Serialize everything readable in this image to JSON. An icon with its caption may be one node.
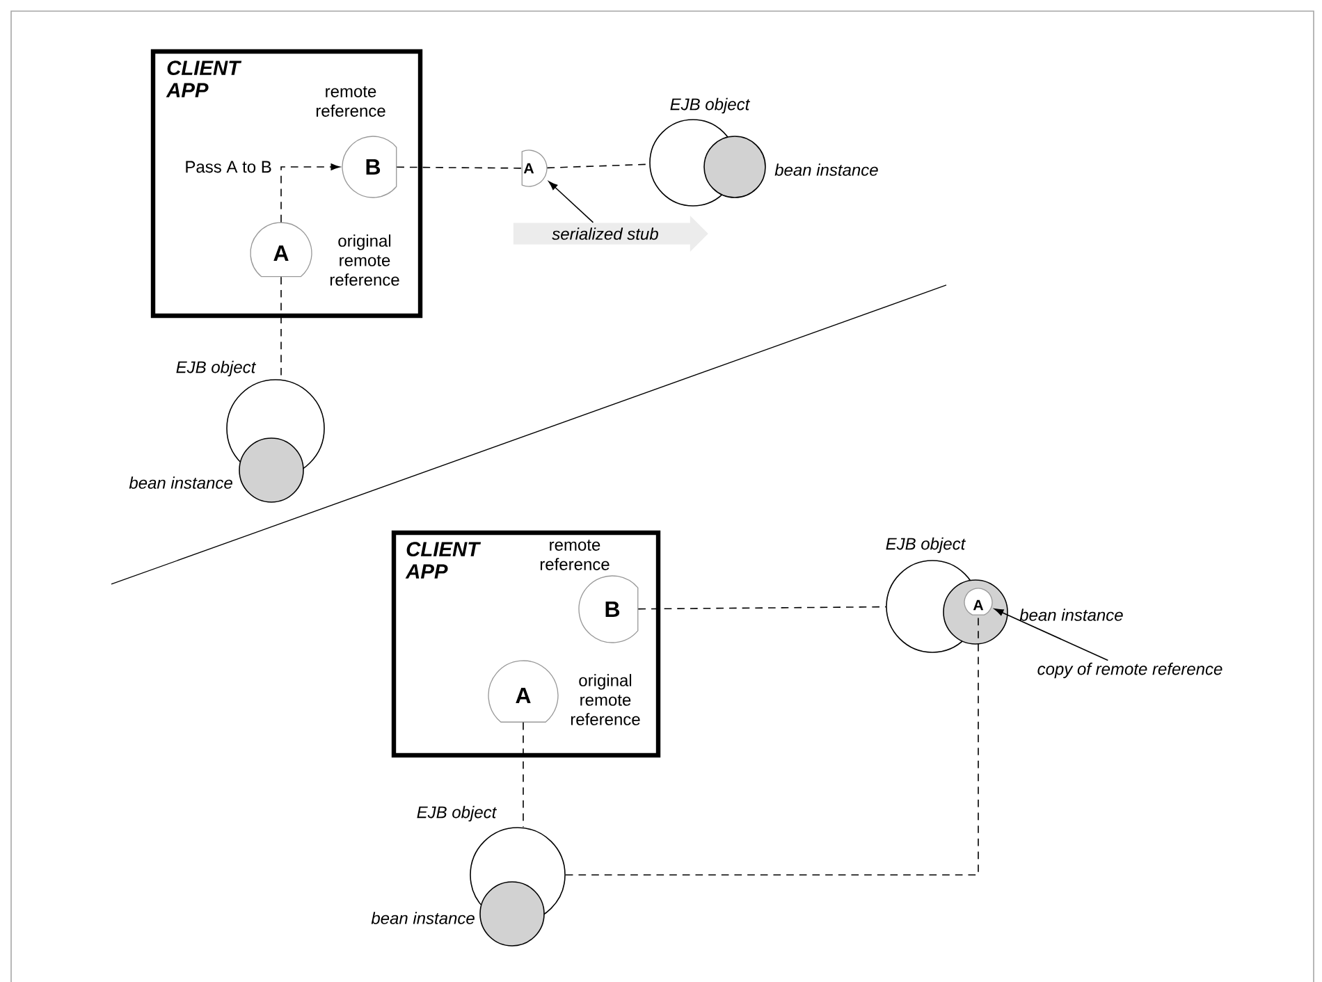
{
  "diagram": {
    "nodes": [
      {
        "text": [
          "CLIENT APP"
        ]
      },
      {
        "text": [
          "B"
        ],
        "beside": [
          "remote reference"
        ],
        "in": 0
      },
      {
        "text": [
          "A"
        ],
        "beside": [
          "original remote reference"
        ],
        "in": 0
      },
      {
        "text": [
          "A"
        ]
      },
      {
        "text": [
          "EJB object"
        ]
      },
      {
        "text": [
          "bean instance"
        ]
      },
      {
        "text": [
          "serialized stub"
        ]
      },
      {
        "text": [
          "EJB object"
        ]
      },
      {
        "text": [
          "bean instance"
        ]
      },
      {
        "text": [
          "CLIENT APP"
        ]
      },
      {
        "text": [
          "B"
        ],
        "beside": [
          "remote reference"
        ],
        "in": 9
      },
      {
        "text": [
          "A"
        ],
        "beside": [
          "original remote reference"
        ],
        "in": 9
      },
      {
        "text": [
          "EJB object"
        ]
      },
      {
        "text": [
          "bean instance"
        ]
      },
      {
        "text": [
          "A"
        ],
        "in": 13
      },
      {
        "text": [
          "copy of remote reference"
        ]
      },
      {
        "text": [
          "EJB object"
        ]
      },
      {
        "text": [
          "bean instance"
        ]
      }
    ],
    "edges": [
      {
        "from": 2,
        "to": 1,
        "arrow": "to",
        "label": "Pass A to B",
        "style": "dashed"
      },
      {
        "from": 1,
        "to": 3,
        "arrow": "none",
        "style": "dashed"
      },
      {
        "from": 3,
        "to": 4,
        "arrow": "none",
        "style": "dashed"
      },
      {
        "from": 6,
        "to": 3,
        "arrow": "to"
      },
      {
        "from": 2,
        "to": 7,
        "arrow": "none",
        "style": "dashed"
      },
      {
        "from": 10,
        "to": 12,
        "arrow": "none",
        "style": "dashed"
      },
      {
        "from": 11,
        "to": 16,
        "arrow": "none",
        "style": "dashed"
      },
      {
        "from": 16,
        "to": 14,
        "arrow": "none",
        "style": "dashed"
      },
      {
        "from": 15,
        "to": 14,
        "arrow": "to"
      }
    ]
  }
}
